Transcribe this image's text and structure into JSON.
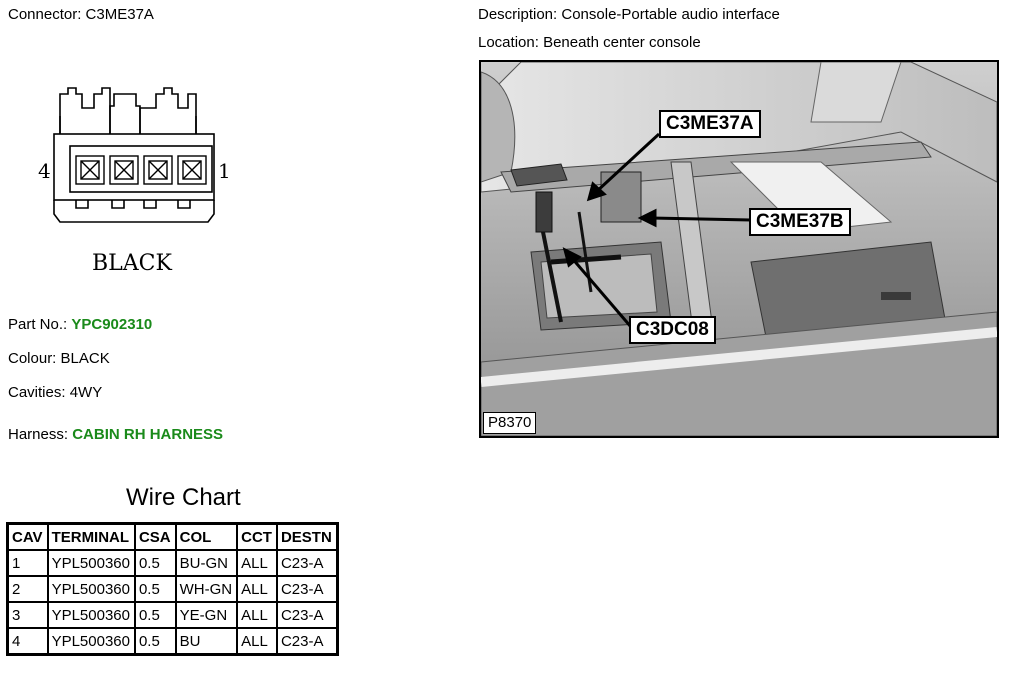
{
  "header": {
    "connector_label": "Connector:",
    "connector_value": "C3ME37A",
    "description_label": "Description:",
    "description_value": "Console-Portable audio interface",
    "location_label": "Location:",
    "location_value": "Beneath center console"
  },
  "pinout": {
    "pin_left": "4",
    "pin_right": "1",
    "color_label": "BLACK"
  },
  "details": {
    "part_no_label": "Part No.:",
    "part_no_value": "YPC902310",
    "colour_label": "Colour:",
    "colour_value": "BLACK",
    "cavities_label": "Cavities:",
    "cavities_value": "4WY",
    "harness_label": "Harness:",
    "harness_value": "CABIN RH HARNESS",
    "link_color": "#1a8a1a"
  },
  "wire_chart": {
    "title": "Wire Chart",
    "headers": [
      "CAV",
      "TERMINAL",
      "CSA",
      "COL",
      "CCT",
      "DESTN"
    ],
    "rows": [
      [
        "1",
        "YPL500360",
        "0.5",
        "BU-GN",
        "ALL",
        "C23-A"
      ],
      [
        "2",
        "YPL500360",
        "0.5",
        "WH-GN",
        "ALL",
        "C23-A"
      ],
      [
        "3",
        "YPL500360",
        "0.5",
        "YE-GN",
        "ALL",
        "C23-A"
      ],
      [
        "4",
        "YPL500360",
        "0.5",
        "BU",
        "ALL",
        "C23-A"
      ]
    ]
  },
  "photo": {
    "callouts": [
      "C3ME37A",
      "C3ME37B",
      "C3DC08"
    ],
    "picture_id": "P8370"
  }
}
